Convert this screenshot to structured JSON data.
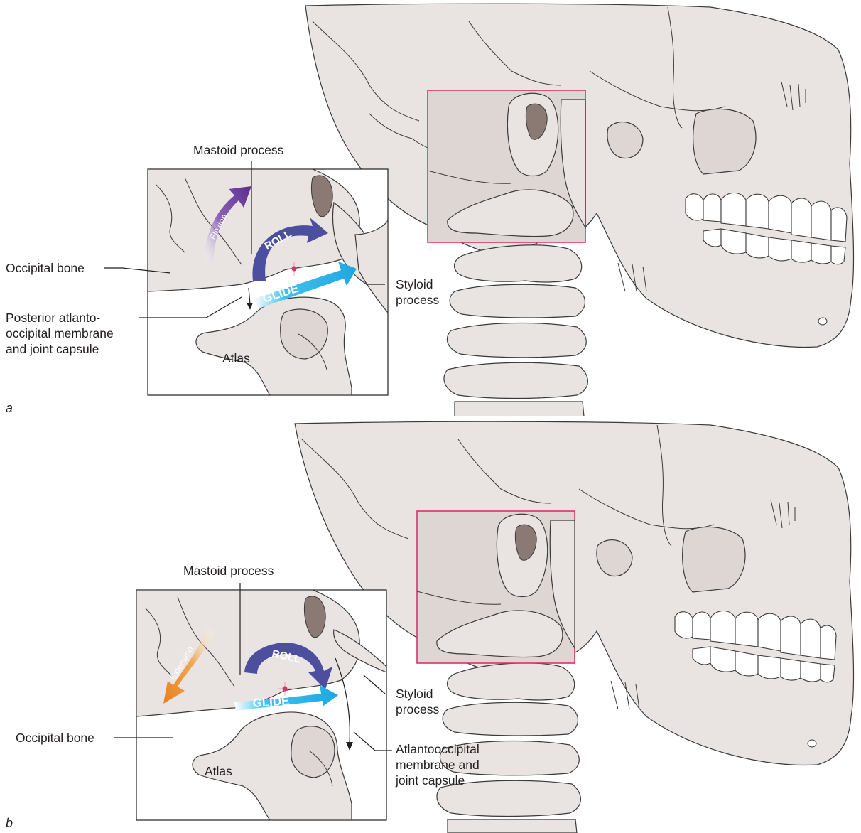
{
  "panel_a": {
    "letter": "a",
    "labels": {
      "mastoid": "Mastoid process",
      "occipital": "Occipital bone",
      "posterior_membrane": [
        "Posterior atlanto-",
        "occipital membrane",
        "and joint capsule"
      ],
      "atlas": "Atlas",
      "styloid": [
        "Styloid",
        "process"
      ]
    },
    "arrows": {
      "motion": "Flexion",
      "roll": "ROLL",
      "glide": "GLIDE"
    }
  },
  "panel_b": {
    "letter": "b",
    "labels": {
      "mastoid": "Mastoid process",
      "occipital": "Occipital bone",
      "membrane": [
        "Atlantooccipital",
        "membrane and",
        "joint capsule"
      ],
      "atlas": "Atlas",
      "styloid": [
        "Styloid",
        "process"
      ]
    },
    "arrows": {
      "motion": "Extension",
      "roll": "ROLL",
      "glide": "GLIDE"
    }
  },
  "colors": {
    "bone": "#e9e4e2",
    "highlight_box": "#d6336c",
    "flexion": "#6a3d9a",
    "extension": "#e8912e",
    "roll": "#4b4f9e",
    "glide": "#29b6e8",
    "axis_point": "#d6336c"
  }
}
